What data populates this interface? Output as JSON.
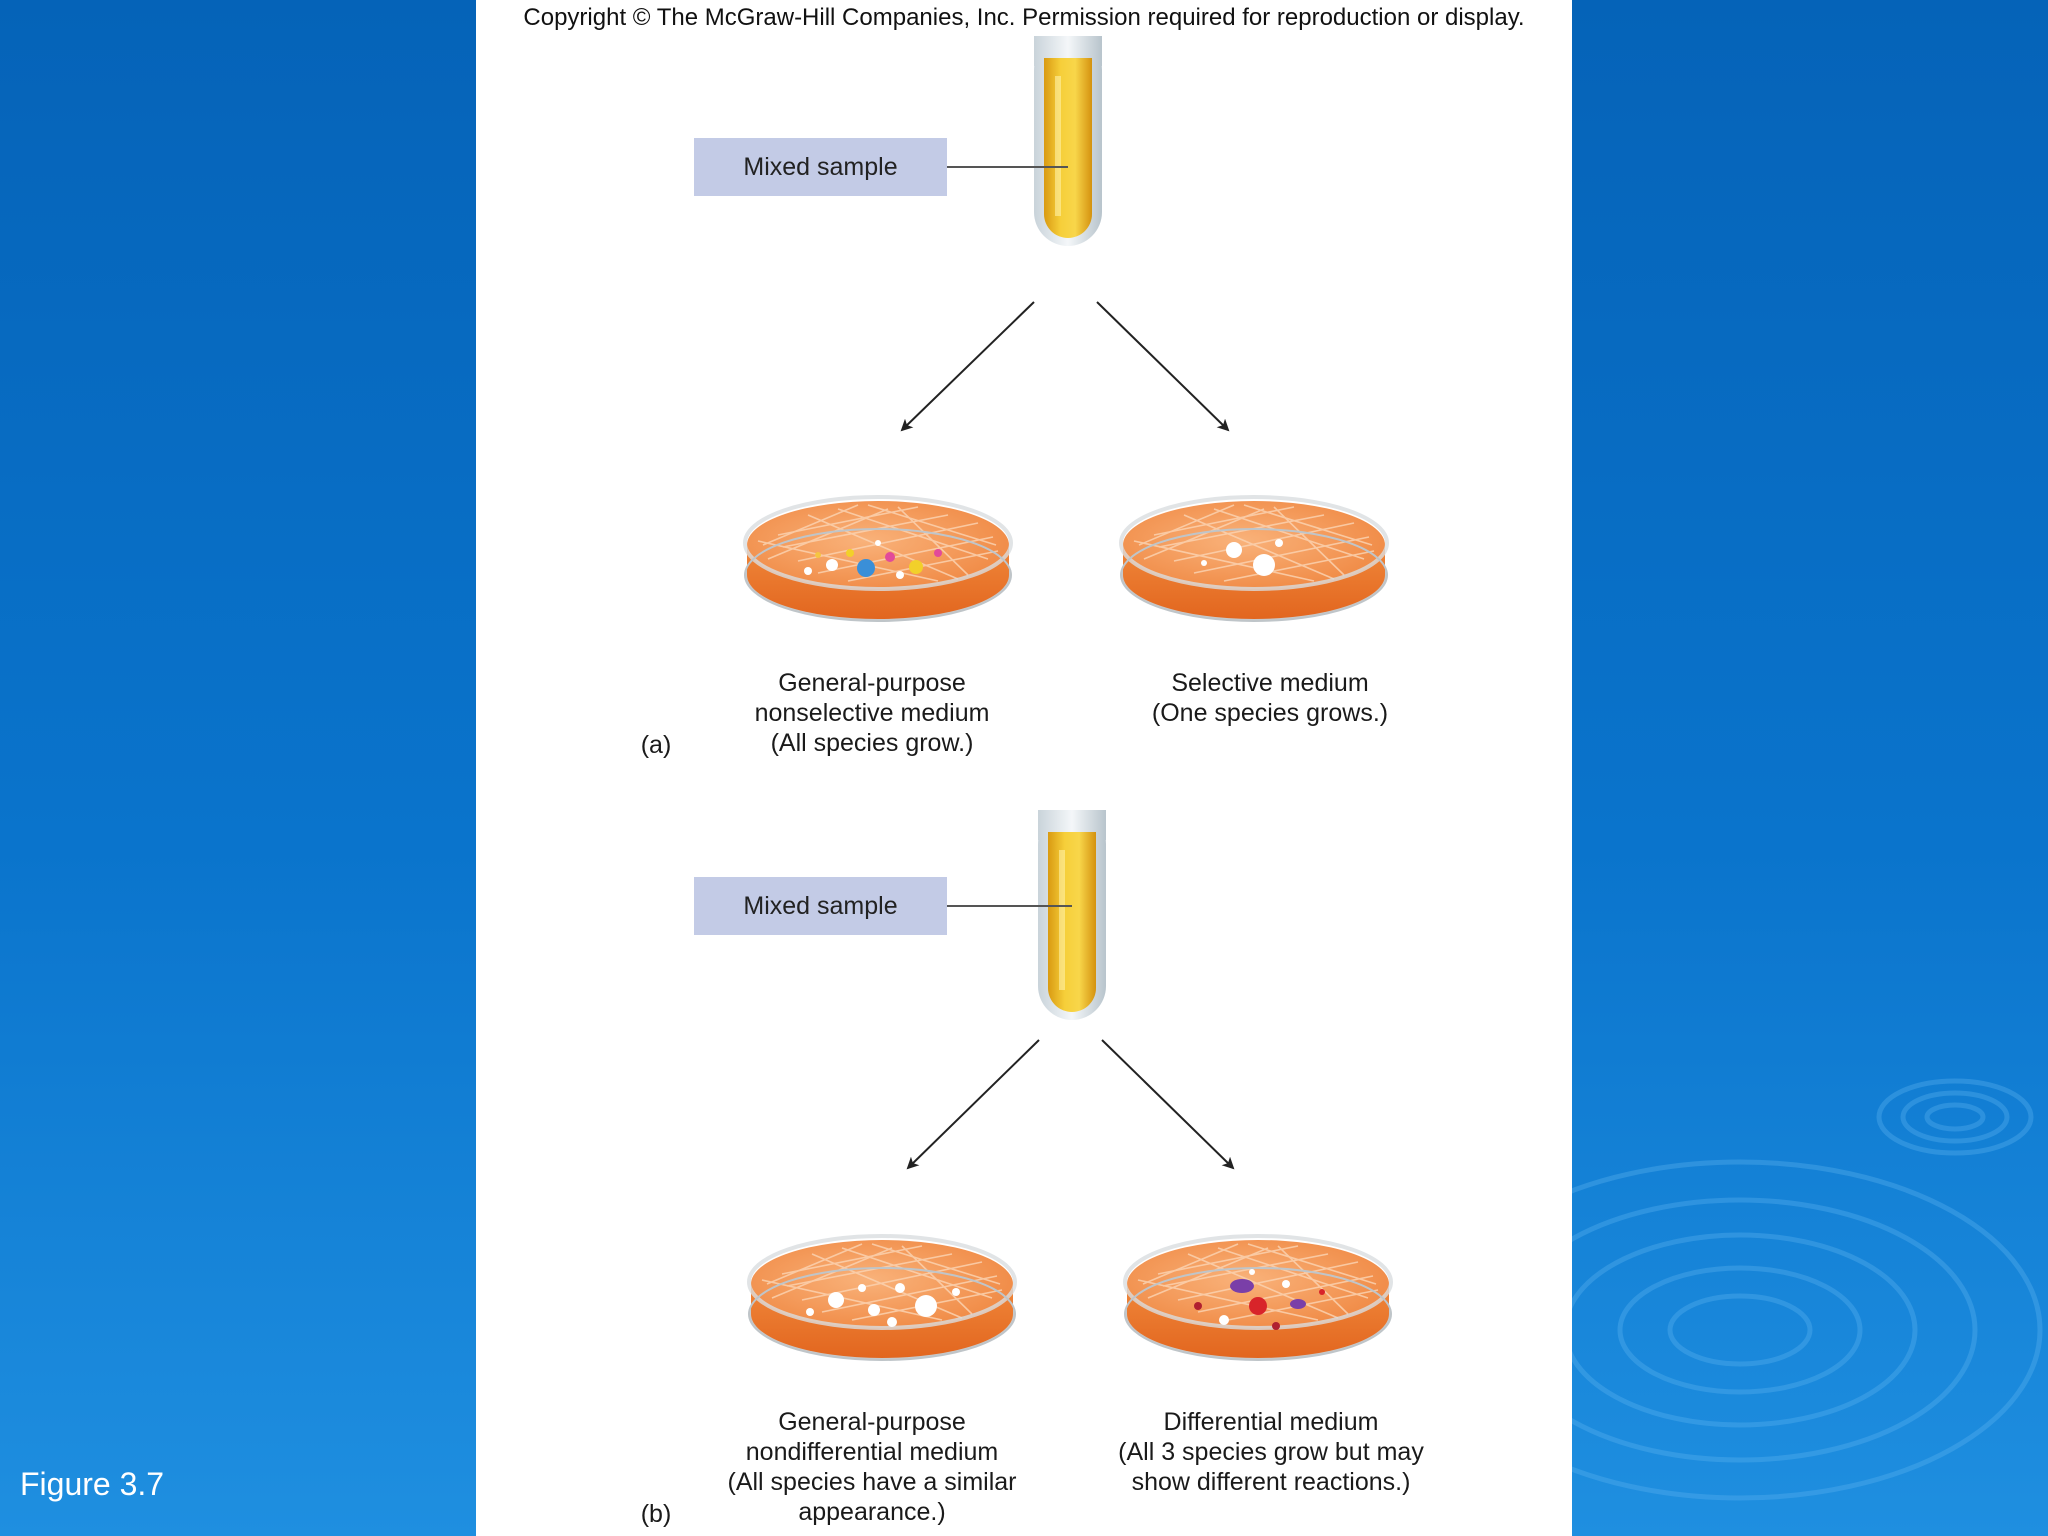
{
  "slide": {
    "caption": "Figure 3.7",
    "colors": {
      "background": "#0a6fc6",
      "panel": "#ffffff",
      "label_box": "#c3cbe6",
      "agar": "#f3974e",
      "broth": "#f0bf2a"
    }
  },
  "figure": {
    "copyright": "Copyright © The McGraw-Hill Companies, Inc. Permission required for reproduction or display.",
    "panel_a": {
      "letter": "(a)",
      "tube_label": "Mixed sample",
      "left_plate": {
        "caption_lines": [
          "General-purpose",
          "nonselective medium",
          "(All species grow.)"
        ],
        "colony_colors": [
          "#f2d02a",
          "#e24a9a",
          "#3a8fd8",
          "#ffffff",
          "#f5c542"
        ]
      },
      "right_plate": {
        "caption_lines": [
          "Selective medium",
          "(One species grows.)"
        ],
        "colony_colors": [
          "#ffffff"
        ]
      }
    },
    "panel_b": {
      "letter": "(b)",
      "tube_label": "Mixed sample",
      "left_plate": {
        "caption_lines": [
          "General-purpose",
          "nondifferential medium",
          "(All species have a similar",
          "appearance.)"
        ],
        "colony_colors": [
          "#ffffff"
        ]
      },
      "right_plate": {
        "caption_lines": [
          "Differential medium",
          "(All 3 species grow but may",
          "show different reactions.)"
        ],
        "colony_colors": [
          "#7a3fa8",
          "#d8242a",
          "#ffffff",
          "#b02030"
        ]
      }
    }
  }
}
